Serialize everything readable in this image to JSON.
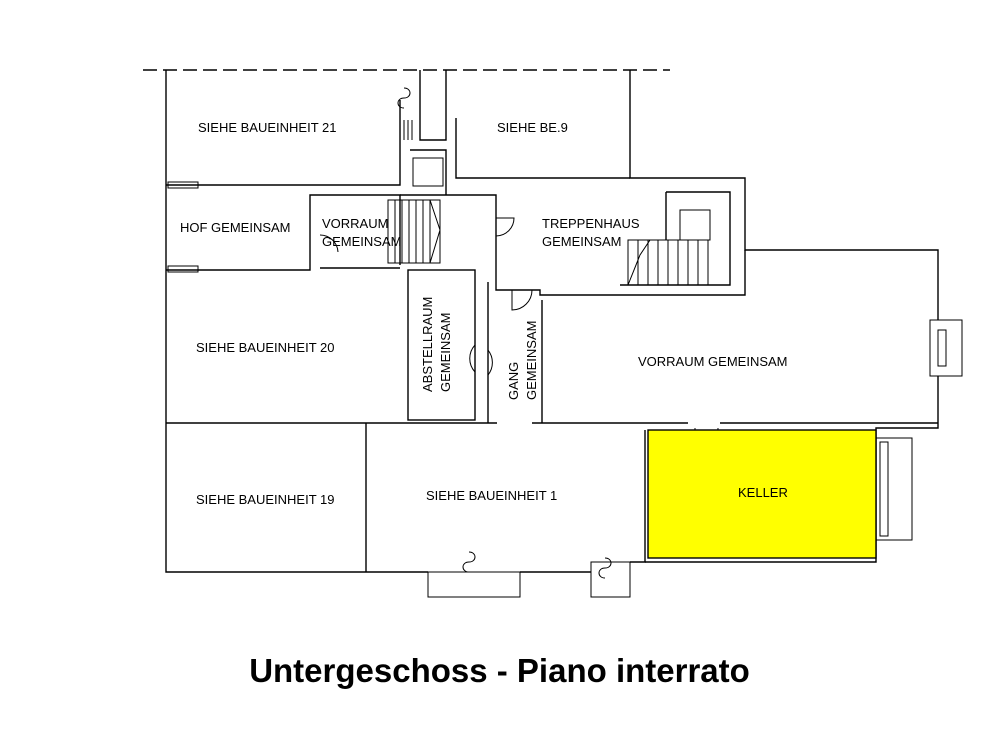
{
  "caption": "Untergeschoss - Piano interrato",
  "highlight_color": "#ffff00",
  "rooms": {
    "be21": "SIEHE BAUEINHEIT 21",
    "be9": "SIEHE BE.9",
    "hof": "HOF GEMEINSAM",
    "vorraum_a": "VORRAUM",
    "vorraum_b": "GEMEINSAM",
    "treppen_a": "TREPPENHAUS",
    "treppen_b": "GEMEINSAM",
    "be20": "SIEHE BAUEINHEIT 20",
    "abstell_a": "ABSTELLRAUM",
    "abstell_b": "GEMEINSAM",
    "gang_a": "GANG",
    "gang_b": "GEMEINSAM",
    "vorraum_big": "VORRAUM GEMEINSAM",
    "be19": "SIEHE BAUEINHEIT 19",
    "be1": "SIEHE BAUEINHEIT 1",
    "keller": "KELLER"
  }
}
